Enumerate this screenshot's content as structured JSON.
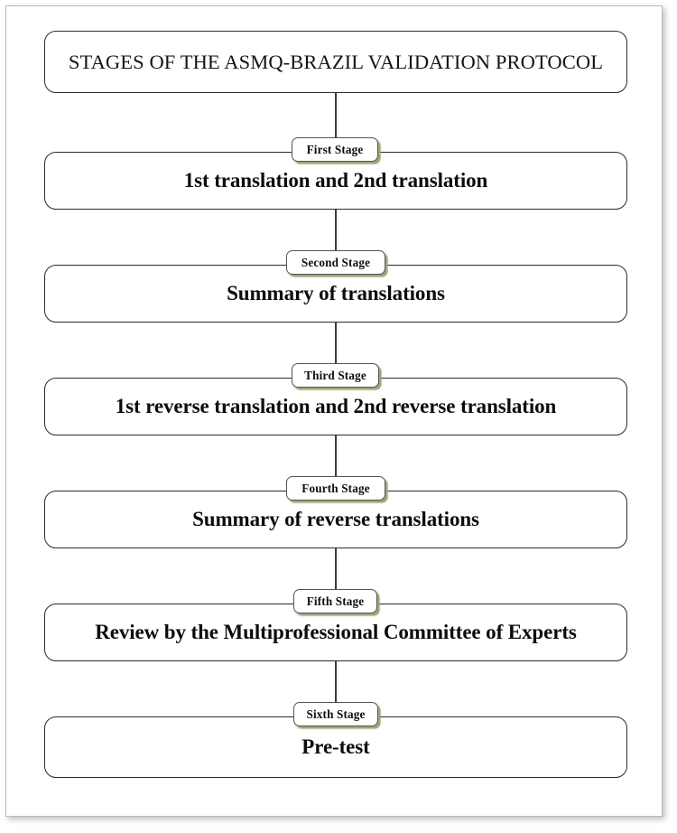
{
  "diagram": {
    "title": "STAGES OF THE ASMQ-BRAZIL VALIDATION PROTOCOL",
    "colors": {
      "border": "#2b2b2b",
      "connector": "#3a3a3a",
      "pill_shadow": "#9aa878",
      "page_border": "#b9b9b9",
      "background": "#ffffff",
      "text": "#0c0c0c"
    },
    "stages": [
      {
        "label": "First Stage",
        "text": "1st translation and 2nd translation"
      },
      {
        "label": "Second Stage",
        "text": "Summary of translations"
      },
      {
        "label": "Third Stage",
        "text": "1st reverse translation and 2nd reverse translation"
      },
      {
        "label": "Fourth Stage",
        "text": "Summary of reverse translations"
      },
      {
        "label": "Fifth Stage",
        "text": "Review by the Multiprofessional Committee of Experts"
      },
      {
        "label": "Sixth Stage",
        "text": "Pre-test"
      }
    ]
  }
}
